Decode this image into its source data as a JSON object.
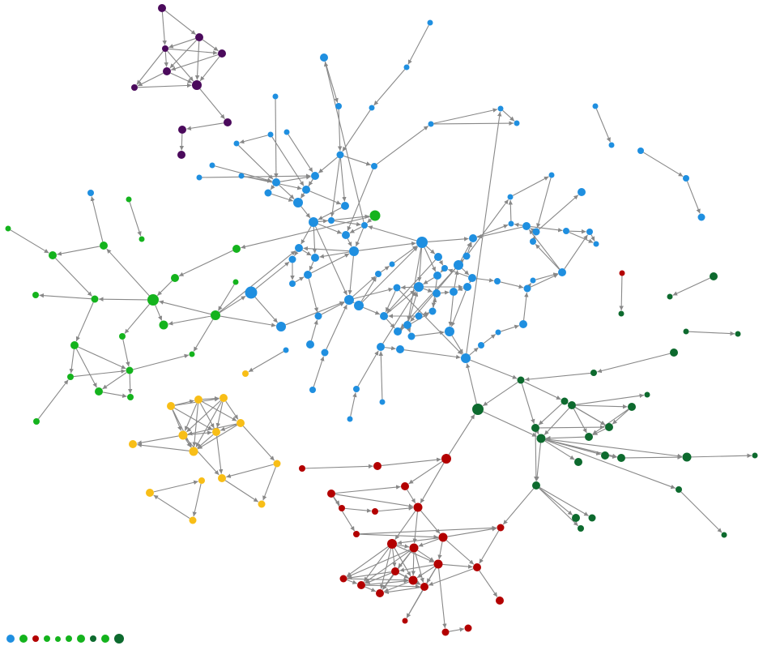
{
  "colors": {
    "blue": "#1f8fe0",
    "green": "#14b31d",
    "red": "#b30000",
    "purple": "#4b0a5c",
    "yellow": "#f8be17",
    "darkgreen": "#0d6a2e",
    "edge": "#888888"
  },
  "legend": {
    "swatches": [
      {
        "color": "blue",
        "size": 10
      },
      {
        "color": "green",
        "size": 10
      },
      {
        "color": "red",
        "size": 8
      },
      {
        "color": "green",
        "size": 8
      },
      {
        "color": "green",
        "size": 7
      },
      {
        "color": "green",
        "size": 8
      },
      {
        "color": "green",
        "size": 10
      },
      {
        "color": "darkgreen",
        "size": 8
      },
      {
        "color": "green",
        "size": 10
      },
      {
        "color": "darkgreen",
        "size": 12
      }
    ]
  }
}
